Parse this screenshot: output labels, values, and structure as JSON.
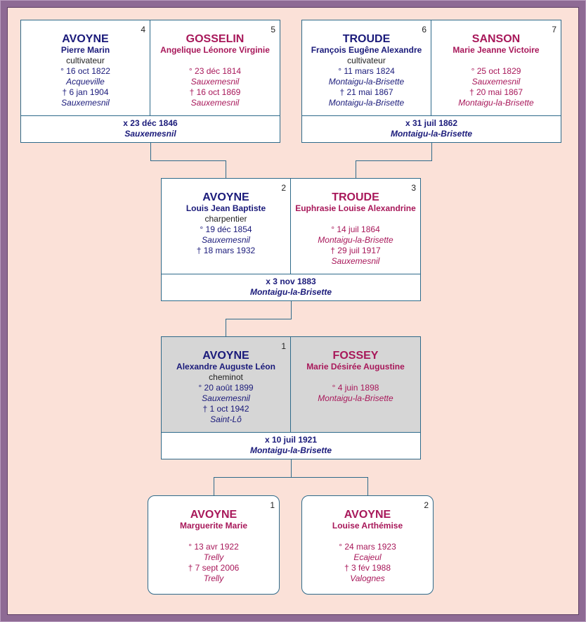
{
  "gen3": {
    "left_couple": {
      "husband": {
        "num": "4",
        "surname": "AVOYNE",
        "given": "Pierre Marin",
        "job": "cultivateur",
        "birth": "° 16 oct 1822",
        "birth_place": "Acqueville",
        "death": "† 6 jan 1904",
        "death_place": "Sauxemesnil"
      },
      "wife": {
        "num": "5",
        "surname": "GOSSELIN",
        "given": "Angelique Léonore Virginie",
        "birth": "° 23 déc 1814",
        "birth_place": "Sauxemesnil",
        "death": "† 16 oct 1869",
        "death_place": "Sauxemesnil"
      },
      "marriage": {
        "date": "x 23 déc 1846",
        "place": "Sauxemesnil"
      }
    },
    "right_couple": {
      "husband": {
        "num": "6",
        "surname": "TROUDE",
        "given": "François Eugêne Alexandre",
        "job": "cultivateur",
        "birth": "° 11 mars 1824",
        "birth_place": "Montaigu-la-Brisette",
        "death": "† 21 mai 1867",
        "death_place": "Montaigu-la-Brisette"
      },
      "wife": {
        "num": "7",
        "surname": "SANSON",
        "given": "Marie Jeanne Victoire",
        "birth": "° 25 oct 1829",
        "birth_place": "Sauxemesnil",
        "death": "† 20 mai 1867",
        "death_place": "Montaigu-la-Brisette"
      },
      "marriage": {
        "date": "x 31 juil 1862",
        "place": "Montaigu-la-Brisette"
      }
    }
  },
  "gen2": {
    "husband": {
      "num": "2",
      "surname": "AVOYNE",
      "given": "Louis Jean Baptiste",
      "job": "charpentier",
      "birth": "° 19 déc 1854",
      "birth_place": "Sauxemesnil",
      "death": "† 18 mars 1932"
    },
    "wife": {
      "num": "3",
      "surname": "TROUDE",
      "given": "Euphrasie Louise Alexandrine",
      "birth": "° 14 juil 1864",
      "birth_place": "Montaigu-la-Brisette",
      "death": "† 29 juil 1917",
      "death_place": "Sauxemesnil"
    },
    "marriage": {
      "date": "x 3 nov 1883",
      "place": "Montaigu-la-Brisette"
    }
  },
  "gen1": {
    "husband": {
      "num": "1",
      "surname": "AVOYNE",
      "given": "Alexandre Auguste Léon",
      "job": "cheminot",
      "birth": "° 20 août 1899",
      "birth_place": "Sauxemesnil",
      "death": "† 1 oct 1942",
      "death_place": "Saint-Lô"
    },
    "wife": {
      "surname": "FOSSEY",
      "given": "Marie Désirée Augustine",
      "birth": "° 4 juin 1898",
      "birth_place": "Montaigu-la-Brisette"
    },
    "marriage": {
      "date": "x 10 juil 1921",
      "place": "Montaigu-la-Brisette"
    }
  },
  "children": [
    {
      "num": "1",
      "surname": "AVOYNE",
      "given": "Marguerite Marie",
      "birth": "° 13 avr 1922",
      "birth_place": "Trelly",
      "death": "† 7 sept 2006",
      "death_place": "Trelly"
    },
    {
      "num": "2",
      "surname": "AVOYNE",
      "given": "Louise Arthémise",
      "birth": "° 24 mars 1923",
      "birth_place": "Ecajeul",
      "death": "† 3 fév 1988",
      "death_place": "Valognes"
    }
  ],
  "colors": {
    "male": "#1a1a7a",
    "female": "#a8185a",
    "background": "#fbe1d8",
    "frame": "#8e6a94",
    "border": "#2e6a8a"
  }
}
